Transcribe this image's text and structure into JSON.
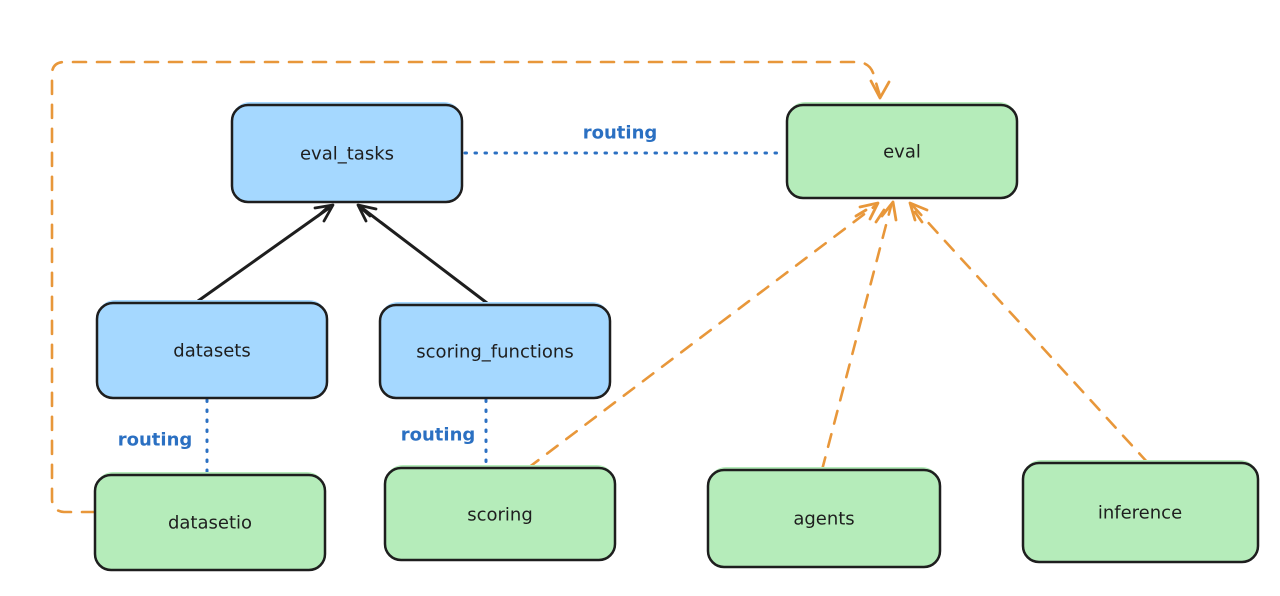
{
  "diagram": {
    "background": "#ffffff",
    "colors": {
      "blue_fill": "#a5d8ff",
      "green_fill": "#b5ecba",
      "node_stroke": "#1e1e1e",
      "routing_blue": "#2b70c2",
      "orange": "#e8973a",
      "black": "#1e1e1e"
    },
    "nodes": [
      {
        "id": "eval_tasks",
        "label": "eval_tasks",
        "color": "blue"
      },
      {
        "id": "datasets",
        "label": "datasets",
        "color": "blue"
      },
      {
        "id": "scoring_functions",
        "label": "scoring_functions",
        "color": "blue"
      },
      {
        "id": "eval",
        "label": "eval",
        "color": "green"
      },
      {
        "id": "datasetio",
        "label": "datasetio",
        "color": "green"
      },
      {
        "id": "scoring",
        "label": "scoring",
        "color": "green"
      },
      {
        "id": "agents",
        "label": "agents",
        "color": "green"
      },
      {
        "id": "inference",
        "label": "inference",
        "color": "green"
      }
    ],
    "edges": [
      {
        "from": "datasets",
        "to": "eval_tasks",
        "style": "solid-black-arrow"
      },
      {
        "from": "scoring_functions",
        "to": "eval_tasks",
        "style": "solid-black-arrow"
      },
      {
        "from": "eval_tasks",
        "to": "eval",
        "style": "dotted-blue",
        "label": "routing"
      },
      {
        "from": "datasets",
        "to": "datasetio",
        "style": "dotted-blue",
        "label": "routing"
      },
      {
        "from": "scoring_functions",
        "to": "scoring",
        "style": "dotted-blue",
        "label": "routing"
      },
      {
        "from": "datasetio",
        "to": "eval",
        "style": "dashed-orange-arrow",
        "route": "around-left-and-top"
      },
      {
        "from": "scoring",
        "to": "eval",
        "style": "dashed-orange-arrow"
      },
      {
        "from": "agents",
        "to": "eval",
        "style": "dashed-orange-arrow"
      },
      {
        "from": "inference",
        "to": "eval",
        "style": "dashed-orange-arrow"
      }
    ]
  }
}
